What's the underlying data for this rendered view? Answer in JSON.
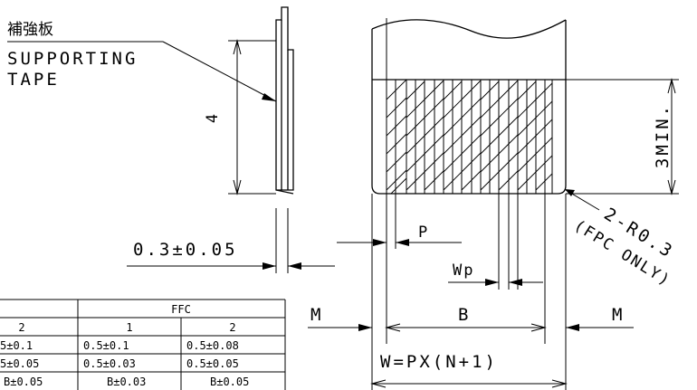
{
  "labels": {
    "reinforcement_jp": "補強板",
    "supporting": "SUPPORTING",
    "tape": "TAPE",
    "dim_4": "4",
    "dim_thickness": "0.3±0.05",
    "dim_3min": "3MIN.",
    "dim_p": "P",
    "dim_wp": "Wp",
    "dim_m_left": "M",
    "dim_b": "B",
    "dim_m_right": "M",
    "dim_w": "W=PX(N+1)",
    "corner_note_1": "2-R0.3",
    "corner_note_2": "(FPC ONLY)"
  },
  "table": {
    "group_header": "FFC",
    "col_headers": [
      "2",
      "1",
      "2"
    ],
    "rows": [
      [
        "5±0.1",
        "0.5±0.1",
        "0.5±0.08"
      ],
      [
        "5±0.05",
        "0.5±0.03",
        "0.5±0.05"
      ],
      [
        "B±0.05",
        "B±0.03",
        "B±0.05"
      ]
    ]
  }
}
